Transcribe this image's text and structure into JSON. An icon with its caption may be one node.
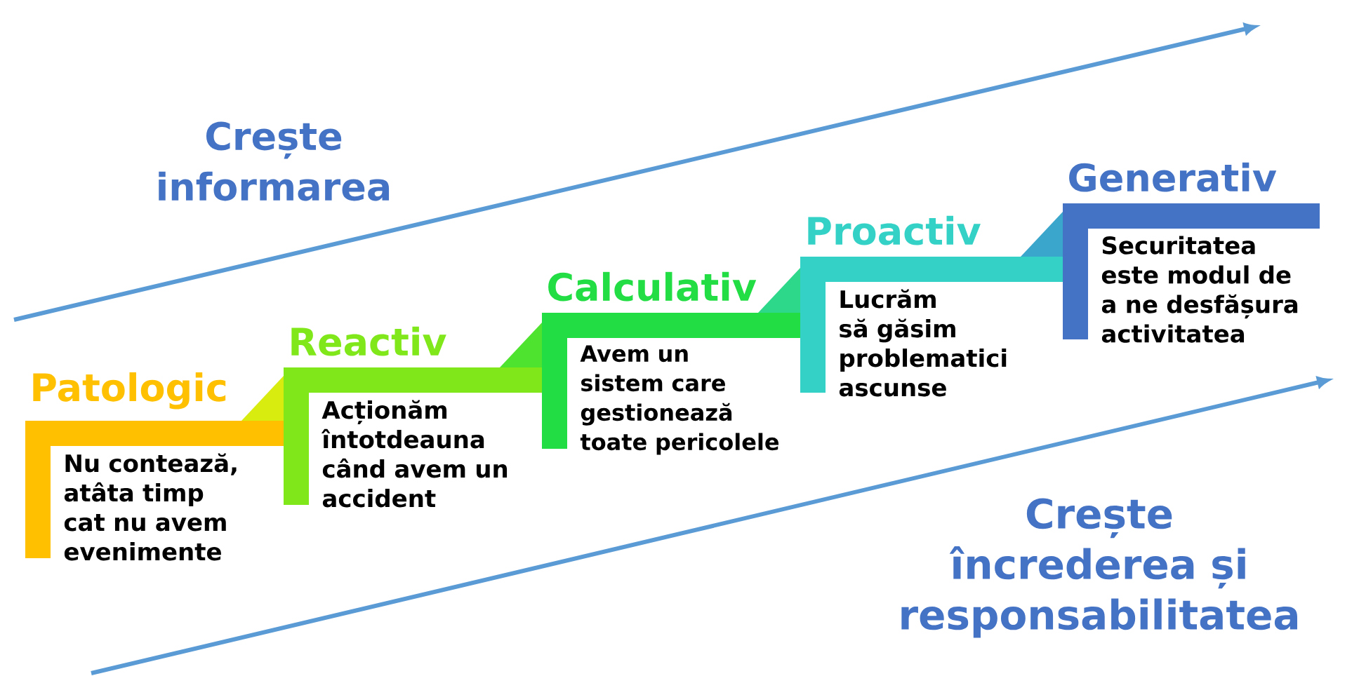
{
  "diagram": {
    "nodes": [
      {
        "text": [
          "Patologic",
          "Nu contează, atâta timp cat nu avem evenimente"
        ]
      },
      {
        "text": [
          "Reactiv",
          "Acționăm întotdeauna când avem un accident"
        ]
      },
      {
        "text": [
          "Calculativ",
          "Avem un sistem care gestionează toate pericolele"
        ]
      },
      {
        "text": [
          "Proactiv",
          "Lucrăm să găsim problematici ascunse"
        ]
      },
      {
        "text": [
          "Generativ",
          "Securitatea este modul de a ne desfășura activitatea"
        ]
      }
    ],
    "labels": [
      "Crește informarea",
      "Crește încrederea și responsabilitatea"
    ]
  }
}
